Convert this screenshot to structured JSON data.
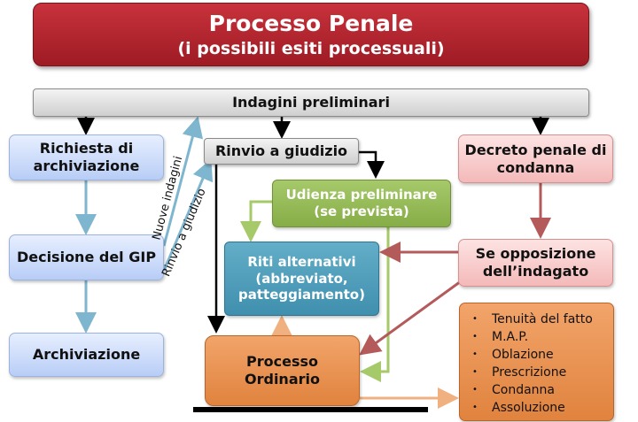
{
  "title": {
    "line1": "Processo Penale",
    "line2": "(i possibili esiti processuali)"
  },
  "indagini": "Indagini preliminari",
  "left": {
    "richiesta": {
      "line1": "Richiesta di",
      "line2": "archiviazione"
    },
    "decisione": "Decisione del GIP",
    "archiviazione": "Archiviazione"
  },
  "arrow_labels": {
    "nuove_indagini": "Nuove indagini",
    "rinvio_a_giudizio": "Rinvio a giudizio"
  },
  "center": {
    "rinvio": "Rinvio a giudizio",
    "udienza": {
      "line1": "Udienza preliminare",
      "line2": "(se prevista)"
    },
    "riti": {
      "line1": "Riti alternativi",
      "line2": "(abbreviato,",
      "line3": "patteggiamento)"
    },
    "processo": {
      "line1": "Processo",
      "line2": "Ordinario"
    }
  },
  "right": {
    "decreto": {
      "line1": "Decreto penale di",
      "line2": "condanna"
    },
    "opposizione": {
      "line1": "Se opposizione",
      "line2": "dell’indagato"
    },
    "esiti": [
      "Tenuità del fatto",
      "M.A.P.",
      "Oblazione",
      "Prescrizione",
      "Condanna",
      "Assoluzione"
    ],
    "bullet": "•"
  },
  "colors": {
    "title": "#b0222c",
    "blue_arrow": "#7fb6cf",
    "green_arrow": "#a6c96a",
    "pink_arrow": "#b45a5a",
    "orange_arrow": "#f0b080",
    "black": "#000000"
  }
}
